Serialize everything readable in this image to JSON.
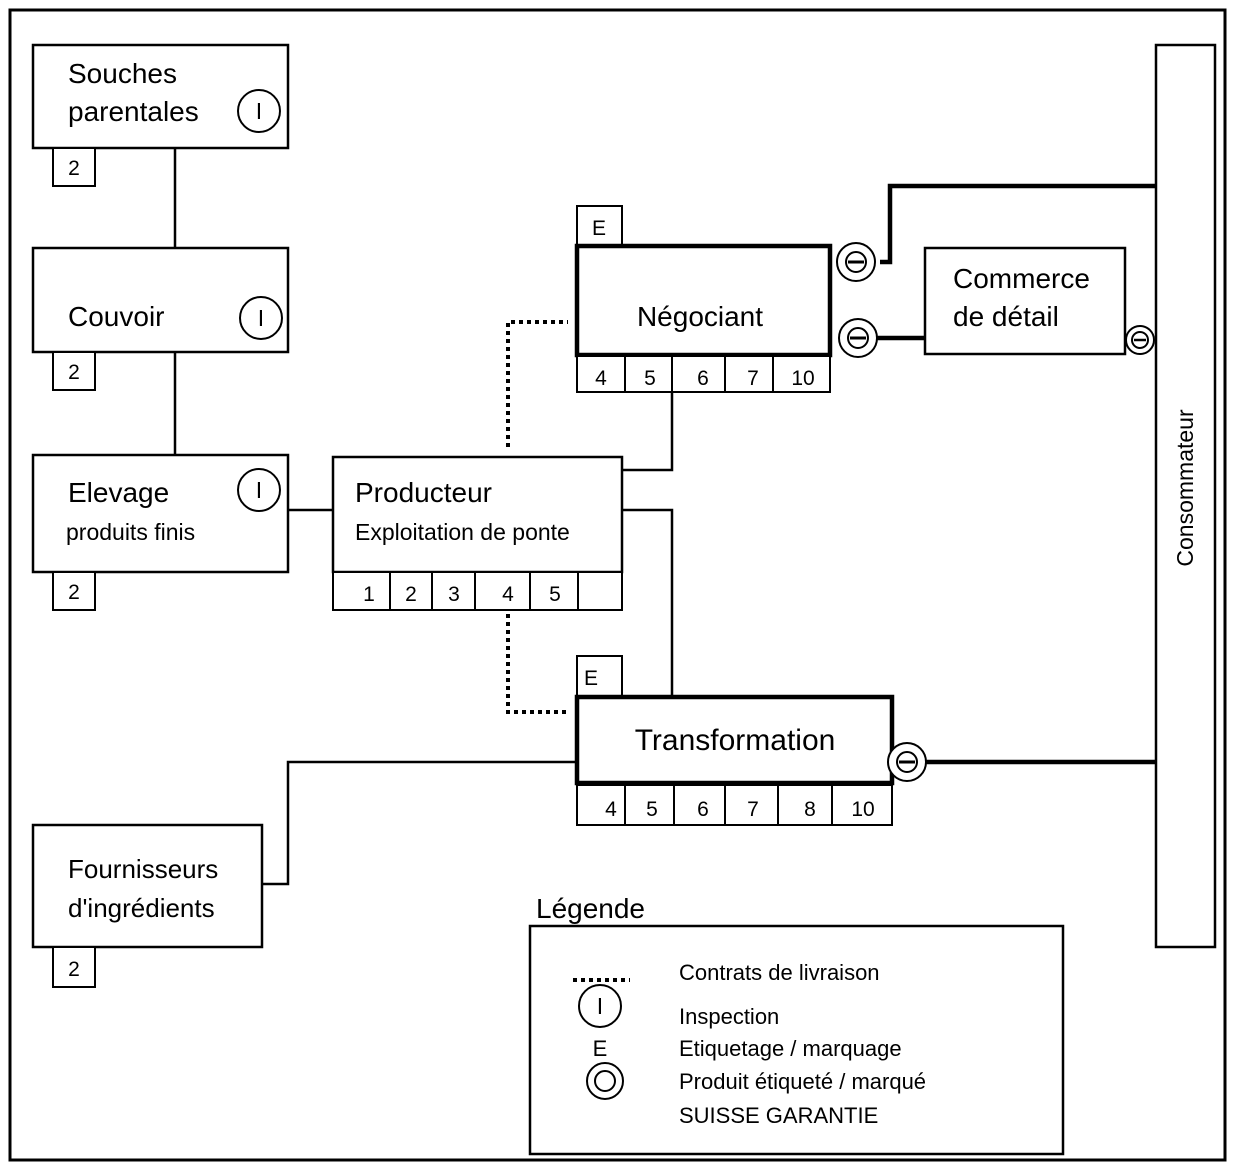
{
  "boxes": {
    "souches": {
      "line1": "Souches",
      "line2": "parentales",
      "tag": "2"
    },
    "couvoir": {
      "label": "Couvoir",
      "tag": "2"
    },
    "elevage": {
      "label": "Elevage",
      "sublabel": "produits finis",
      "tag": "2"
    },
    "producteur": {
      "label": "Producteur",
      "sublabel": "Exploitation de ponte",
      "cells": [
        "1",
        "2",
        "3",
        "4",
        "5",
        ""
      ]
    },
    "negociant": {
      "label": "Négociant",
      "mark": "E",
      "cells": [
        "4",
        "5",
        "6",
        "7",
        "10"
      ]
    },
    "commerce": {
      "line1": "Commerce",
      "line2": "de détail"
    },
    "transformation": {
      "label": "Transformation",
      "mark": "E",
      "cells": [
        "4",
        "5",
        "6",
        "7",
        "8",
        "10"
      ]
    },
    "fournisseurs": {
      "line1": "Fournisseurs",
      "line2": "d'ingrédients",
      "tag": "2"
    },
    "consommateur": {
      "label": "Consommateur"
    }
  },
  "inspection_symbol": "I",
  "legend": {
    "title": "Légende",
    "contracts": "Contrats de livraison",
    "inspection_symbol": "I",
    "inspection": "Inspection",
    "labeling_symbol": "E",
    "labeling": "Etiquetage / marquage",
    "product_line1": "Produit étiqueté / marqué",
    "product_line2": "SUISSE GARANTIE"
  },
  "icons": {
    "inspection": "inspection-circle-icon",
    "marked_product": "marked-product-circle-icon"
  },
  "colors": {
    "line": "#000000",
    "background": "#ffffff"
  }
}
